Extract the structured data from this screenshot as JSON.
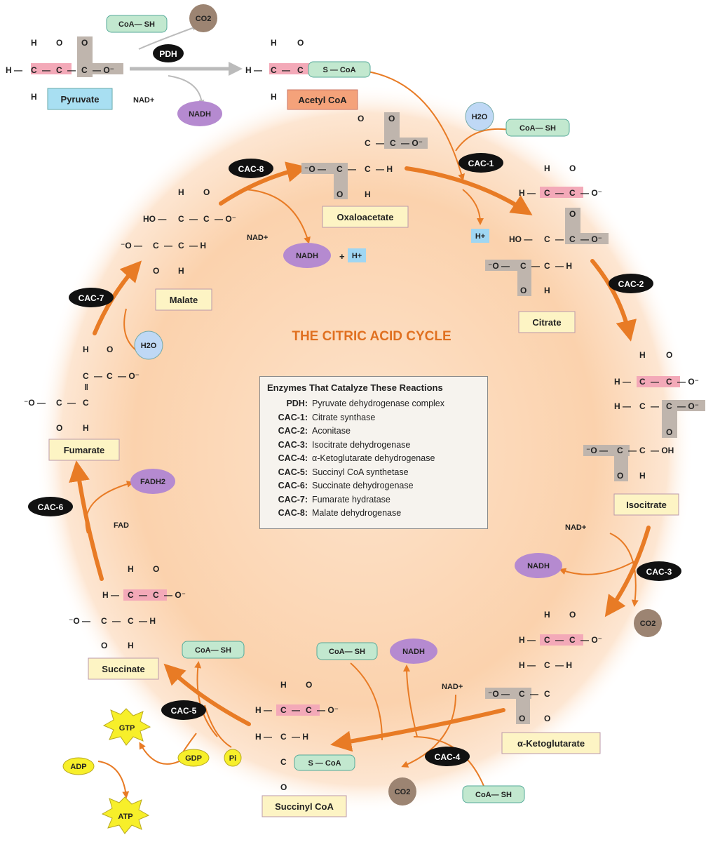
{
  "title": "THE CITRIC ACID CYCLE",
  "legend": {
    "heading": "Enzymes That Catalyze These Reactions",
    "items": [
      {
        "code": "PDH:",
        "name": "Pyruvate dehydrogenase complex"
      },
      {
        "code": "CAC-1:",
        "name": "Citrate synthase"
      },
      {
        "code": "CAC-2:",
        "name": "Aconitase"
      },
      {
        "code": "CAC-3:",
        "name": "Isocitrate dehydrogenase"
      },
      {
        "code": "CAC-4:",
        "name": "α-Ketoglutarate dehydrogenase"
      },
      {
        "code": "CAC-5:",
        "name": "Succinyl CoA synthetase"
      },
      {
        "code": "CAC-6:",
        "name": "Succinate dehydrogenase"
      },
      {
        "code": "CAC-7:",
        "name": "Fumarate hydratase"
      },
      {
        "code": "CAC-8:",
        "name": "Malate dehydrogenase"
      }
    ]
  },
  "molecules": {
    "pyruvate": "Pyruvate",
    "acetyl_coa": "Acetyl CoA",
    "oxaloacetate": "Oxaloacetate",
    "citrate": "Citrate",
    "isocitrate": "Isocitrate",
    "ketoglutarate": "α-Ketoglutarate",
    "succinyl_coa": "Succinyl CoA",
    "succinate": "Succinate",
    "fumarate": "Fumarate",
    "malate": "Malate"
  },
  "enzymes": {
    "pdh": "PDH",
    "cac1": "CAC-1",
    "cac2": "CAC-2",
    "cac3": "CAC-3",
    "cac4": "CAC-4",
    "cac5": "CAC-5",
    "cac6": "CAC-6",
    "cac7": "CAC-7",
    "cac8": "CAC-8"
  },
  "cofactors": {
    "coa_sh": "CoA— SH",
    "co2": "CO2",
    "nadh": "NADH",
    "nad_plus": "NAD+",
    "h_plus": "H+",
    "h2o": "H2O",
    "fadh2": "FADH2",
    "fad": "FAD",
    "gtp": "GTP",
    "gdp": "GDP",
    "atp": "ATP",
    "adp": "ADP",
    "pi": "Pi",
    "plus": "+"
  },
  "colors": {
    "cycle_glow": "#f9c79a",
    "arrow": "#e87b25",
    "label_box_yellow": "#fdf4c4",
    "pyruvate_box": "#a8dff2",
    "acetyl_box": "#f4a27a",
    "coa_box": "#c2e8cf",
    "co2": "#9c8472",
    "nadh": "#b58ad0",
    "h2o": "#bfd8f5",
    "hplus": "#9fd6f2",
    "energy": "#f7ef2a",
    "enzyme": "#111111",
    "pink_bond": "#f3a9b8",
    "gray_group": "#bfb5ad"
  }
}
